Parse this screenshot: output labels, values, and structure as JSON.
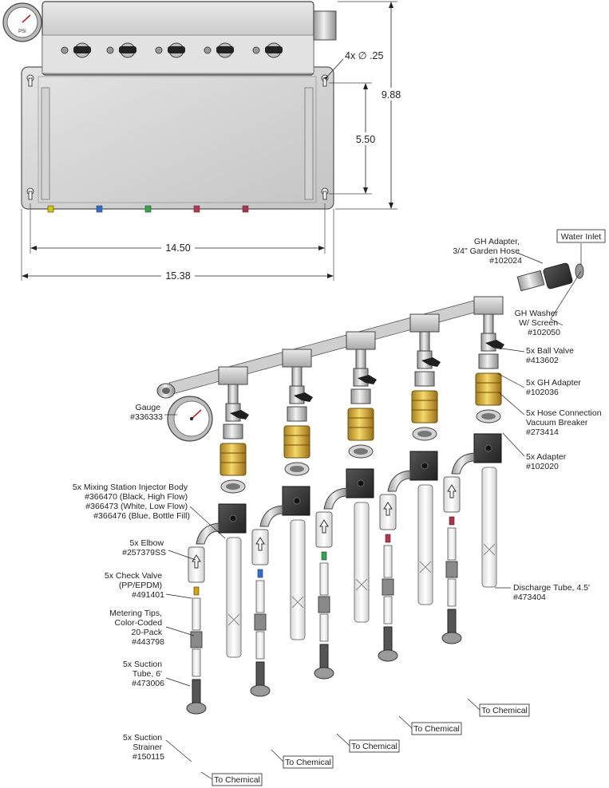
{
  "dimensions": {
    "hole_callout": "4x ∅ .25",
    "height_total": "9.88",
    "height_holes": "5.50",
    "width_holes": "14.50",
    "width_total": "15.38"
  },
  "gauge_face_label": "PSI",
  "labels": {
    "gh_adapter": [
      "GH Adapter,",
      "3/4\" Garden Hose",
      "#102024"
    ],
    "water_inlet": "Water Inlet",
    "gh_washer": [
      "GH Washer",
      "W/ Screen",
      "#102050"
    ],
    "ball_valve": [
      "5x Ball Valve",
      "#413602"
    ],
    "gh_adapter_5x": [
      "5x GH Adapter",
      "#102036"
    ],
    "vacuum_breaker": [
      "5x Hose Connection",
      "Vacuum Breaker",
      "#273414"
    ],
    "adapter": [
      "5x Adapter",
      "#102020"
    ],
    "gauge": [
      "Gauge",
      "#336333"
    ],
    "injector_body": [
      "5x Mixing Station Injector Body",
      "#366470 (Black, High Flow)",
      "#366473 (White, Low Flow)",
      "#366476 (Blue, Bottle Fill)"
    ],
    "elbow": [
      "5x Elbow",
      "#257379SS"
    ],
    "check_valve": [
      "5x Check Valve",
      "(PP/EPDM)",
      "#491401"
    ],
    "metering_tips": [
      "Metering Tips,",
      "Color-Coded",
      "20-Pack",
      "#443798"
    ],
    "suction_tube": [
      "5x Suction",
      "Tube, 6'",
      "#473006"
    ],
    "suction_strainer": [
      "5x Suction",
      "Strainer",
      "#150115"
    ],
    "discharge_tube": [
      "Discharge Tube, 4.5'",
      "#473404"
    ]
  },
  "to_chemical": [
    "To Chemical",
    "To Chemical",
    "To Chemical",
    "To Chemical",
    "To Chemical"
  ]
}
